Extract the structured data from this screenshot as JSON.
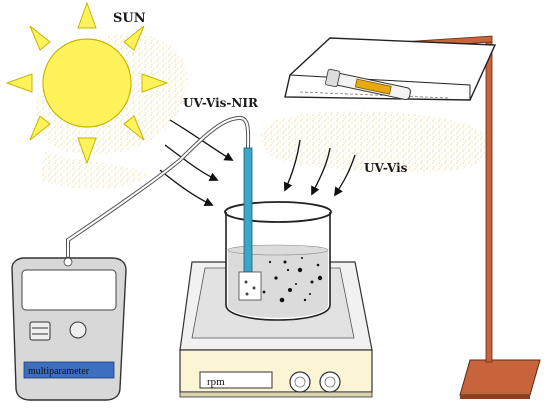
{
  "labels": {
    "sun": "SUN",
    "light_full": "UV-Vis-NIR",
    "light_lamp": "UV-Vis"
  },
  "multiparameter": {
    "label": "multiparameter"
  },
  "stirrer": {
    "speed_label": "rpm"
  },
  "colors": {
    "sun_fill": "#fff25a",
    "sun_stroke": "#c9b400",
    "glow": "#f2e6a0",
    "probe": "#3aa6c9",
    "stand": "#c8643c",
    "meter_screen": "#3d6fc0"
  }
}
